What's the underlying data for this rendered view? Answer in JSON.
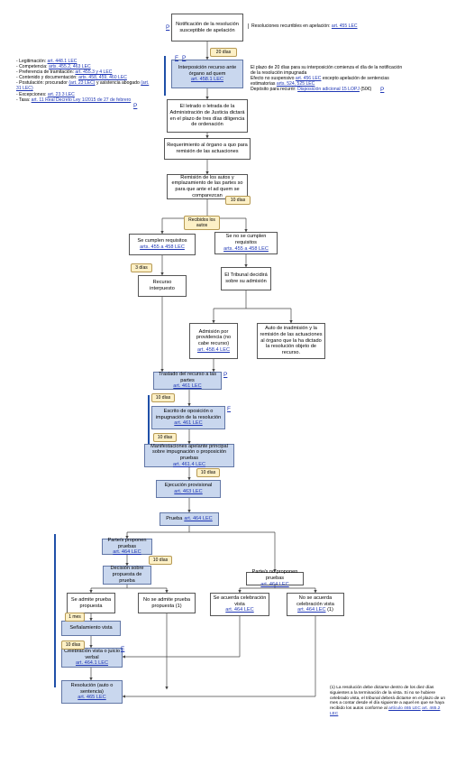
{
  "nodes": {
    "n1": {
      "text": "Notificación de la resolución susceptible de apelación"
    },
    "n2": {
      "text": "Interposición recurso ante órgano ad quem",
      "link": "art. 458.1 LEC"
    },
    "n3": {
      "text": "El letrado o letrada de la Administración de Justicia dictará en el plazo de tres días diligencia de ordenación"
    },
    "n4": {
      "text": "Requerimiento al órgano a quo para remisión de las actuaciones"
    },
    "n5": {
      "text": "Remisión de los autos y emplazamiento de las partes so para que ante el ad quem se comparezcan"
    },
    "n6": {
      "text": "Se cumplen requisitos",
      "link": "arts. 455 a 458 LEC"
    },
    "n7": {
      "text": "Se no se cumplen requisitos",
      "link": "arts. 455 a 458 LEC"
    },
    "n8": {
      "text": "Recurso interpuesto"
    },
    "n9": {
      "text": "El Tribunal decidirá sobre su admisión"
    },
    "n10": {
      "text": "Admisión por providencia (no cabe recurso)",
      "link": "art. 458.4 LEC"
    },
    "n11": {
      "text": "Auto de inadmisión y la remisión de las actuaciones al órgano que la ha dictado la resolución objeto de recurso."
    },
    "n12": {
      "text": "Traslado del recurso a las partes",
      "link": "art. 461 LEC"
    },
    "n13": {
      "text": "Escrito de oposición o impugnación de la resolución",
      "link": "art. 461 LEC"
    },
    "n14": {
      "text": "Manifestaciones apelante principal sobre impugnación o proposición pruebas",
      "link": "art. 461.4 LEC"
    },
    "n15": {
      "text": "Ejecución provisional",
      "link": "art. 463 LEC"
    },
    "n16": {
      "text": "Prueba",
      "link": "art. 464 LEC"
    },
    "n17": {
      "text": "Parte/s proponen pruebas",
      "link": "art. 464 LEC"
    },
    "n18": {
      "text": "Decisión sobre propuesta de prueba"
    },
    "n19": {
      "text": "Se admite prueba propuesta"
    },
    "n20": {
      "text": "No se admite prueba propuesta (1)"
    },
    "n21": {
      "text": "Parte/s no proponen pruebas",
      "link": "art. 464 LEC"
    },
    "n22": {
      "text": "Se acuerda celebración vista",
      "link": "art. 464 LEC"
    },
    "n23": {
      "text": "No se acuerda celebración vista",
      "link": "art. 464 LEC",
      "suffix": "(1)"
    },
    "n24": {
      "text": "Señalamiento vista"
    },
    "n25": {
      "text": "Celebración vista o juicio verbal",
      "link": "art. 464.1 LEC"
    },
    "n26": {
      "text": "Resolución (auto o sentencia)",
      "link": "art. 465 LEC"
    }
  },
  "tags": {
    "t1": "20 días",
    "t2": "10 días",
    "t3": "Recibidos los autos",
    "t4": "3 días",
    "t5": "10 días",
    "t6": "10 días",
    "t7": "10 días",
    "t8": "10 días",
    "t9": "1 mes",
    "t10": "10 días"
  },
  "side_top": {
    "text": "Resoluciones recurribles en apelación:",
    "link": "art. 455 LEC"
  },
  "left_list": {
    "l1": {
      "text": "- Legitimación:",
      "link": "art. 448.1 LEC"
    },
    "l2": {
      "text": "- Competencia:",
      "link": "arts. 455.2, 463 LEC"
    },
    "l3": {
      "text": "- Preferencia de tramitación:",
      "link": "art. 455.3 y 4 LEC"
    },
    "l4": {
      "text": "- Contenido y documentación:",
      "link": "arts. 458, 459, 460 LEC"
    },
    "l5": {
      "text": "- Postulación: procurador",
      "link": "(art. 23 LEC)",
      "text2": "y asistencia abogado",
      "link2": "(art. 31 LEC)"
    },
    "l6": {
      "text": "- Excepciones:",
      "link": "art. 23.3 LEC"
    },
    "l7": {
      "text": "- Tasa:",
      "link": "art. 11 Real Decreto Ley 1/2015 de 27 de febrero"
    }
  },
  "right_notes": {
    "line1": "El plazo de 20 días para su interposición comienza el día de la notificación de la resolución impugnada",
    "line2": "Efecto no suspensivo",
    "link2": "art. 456 LEC",
    "line2b": "excepto apelación de sentencias",
    "line3": "estimatorias",
    "link3": "arts. 524, 525 LEC",
    "line4": "Depósito para recurrir:",
    "link4": "Disposición adicional 15 LOPJ",
    "suffix4": "(50€)"
  },
  "footnote": {
    "text": "(1) La resolución debe dictarse dentro de los diez días siguientes a la terminación de la vista. Si no se hubiere celebrado vista, el tribunal deberá dictarse en el plazo de un mes a contar desde el día siguiente a aquel en que se haya recibido los autos",
    "link": "artículo 465 LEC",
    "link_text_pre": "conforme al",
    "link2": "art. 465.2 LEC"
  },
  "flags": {
    "p": "P",
    "f": "F",
    "e": "E"
  }
}
